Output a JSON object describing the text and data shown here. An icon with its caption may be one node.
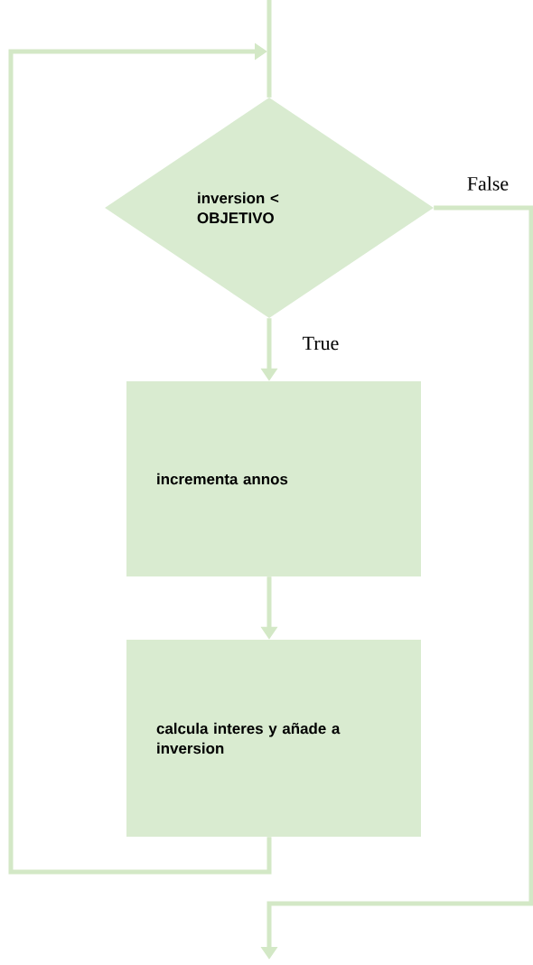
{
  "diagram": {
    "nodes": [
      {
        "text": [
          "inversion < OBJETIVO"
        ]
      },
      {
        "text": [
          "incrementa annos"
        ]
      },
      {
        "text": [
          "calcula interes y añade a inversion"
        ]
      }
    ],
    "edges": [
      {
        "from": null,
        "to": 0,
        "arrow": "none"
      },
      {
        "from": 0,
        "to": 1,
        "arrow": "to",
        "label": "True"
      },
      {
        "from": 1,
        "to": 2,
        "arrow": "to"
      },
      {
        "from": 2,
        "to": 0,
        "arrow": "to"
      },
      {
        "from": 0,
        "to": null,
        "arrow": "to",
        "label": "False"
      }
    ]
  }
}
